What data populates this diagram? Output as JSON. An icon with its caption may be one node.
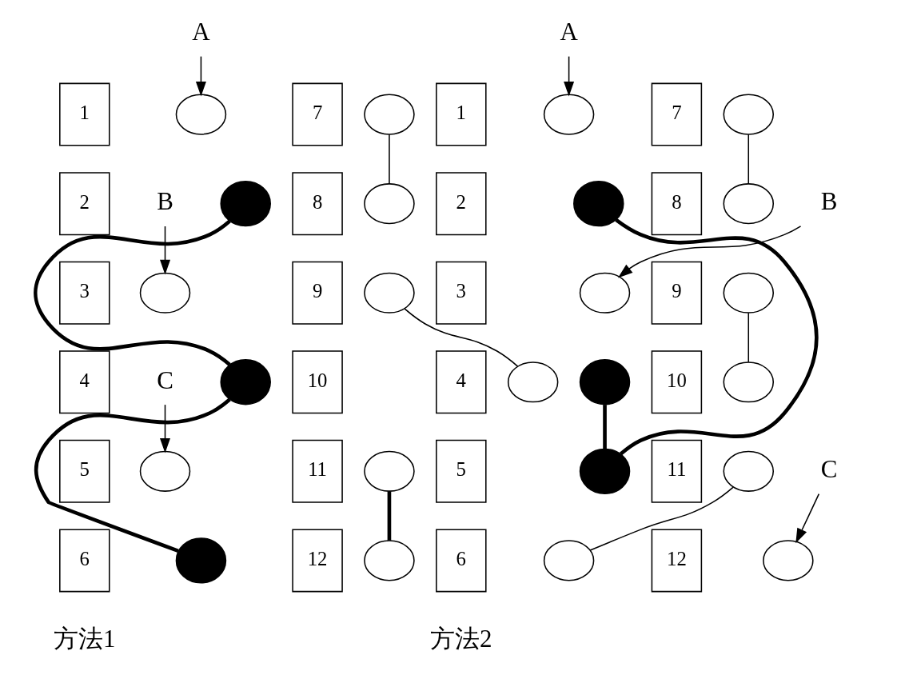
{
  "diagram": {
    "nodes": [
      {
        "text": [
          "A"
        ]
      },
      {
        "text": [
          "1"
        ]
      },
      {
        "text": [],
        "shape": "circle"
      },
      {
        "text": [
          "2"
        ]
      },
      {
        "text": [],
        "shape": "disc"
      },
      {
        "text": [
          "3"
        ]
      },
      {
        "text": [],
        "shape": "circle"
      },
      {
        "text": [
          "4"
        ]
      },
      {
        "text": [],
        "shape": "disc"
      },
      {
        "text": [
          "5"
        ]
      },
      {
        "text": [],
        "shape": "circle"
      },
      {
        "text": [
          "6"
        ]
      },
      {
        "text": [],
        "shape": "disc"
      },
      {
        "text": [
          "7"
        ]
      },
      {
        "text": [],
        "shape": "circle"
      },
      {
        "text": [
          "8"
        ]
      },
      {
        "text": [],
        "shape": "circle"
      },
      {
        "text": [
          "9"
        ]
      },
      {
        "text": [],
        "shape": "circle"
      },
      {
        "text": [
          "10"
        ]
      },
      {
        "text": [],
        "shape": "circle"
      },
      {
        "text": [
          "11"
        ]
      },
      {
        "text": [],
        "shape": "circle"
      },
      {
        "text": [
          "12"
        ]
      },
      {
        "text": [],
        "shape": "circle"
      },
      {
        "text": [
          "B"
        ]
      },
      {
        "text": [
          "C"
        ]
      },
      {
        "text": [
          "A"
        ]
      },
      {
        "text": [
          "1"
        ]
      },
      {
        "text": [],
        "shape": "circle"
      },
      {
        "text": [
          "2"
        ]
      },
      {
        "text": [],
        "shape": "disc"
      },
      {
        "text": [
          "3"
        ]
      },
      {
        "text": [],
        "shape": "circle"
      },
      {
        "text": [
          "4"
        ]
      },
      {
        "text": [],
        "shape": "disc"
      },
      {
        "text": [
          "5"
        ]
      },
      {
        "text": [],
        "shape": "disc"
      },
      {
        "text": [
          "6"
        ]
      },
      {
        "text": [],
        "shape": "circle"
      },
      {
        "text": [
          "7"
        ]
      },
      {
        "text": [],
        "shape": "circle"
      },
      {
        "text": [
          "8"
        ]
      },
      {
        "text": [],
        "shape": "circle"
      },
      {
        "text": [
          "9"
        ]
      },
      {
        "text": [],
        "shape": "circle"
      },
      {
        "text": [
          "10"
        ]
      },
      {
        "text": [],
        "shape": "circle"
      },
      {
        "text": [
          "11"
        ]
      },
      {
        "text": [],
        "shape": "circle"
      },
      {
        "text": [
          "12"
        ]
      },
      {
        "text": [],
        "shape": "circle"
      },
      {
        "text": [
          "B"
        ]
      },
      {
        "text": [
          "C"
        ]
      }
    ],
    "edges": [
      {
        "from": 0,
        "to": 2,
        "arrow": "to"
      },
      {
        "from": 4,
        "to": 8,
        "arrow": "none",
        "style": "thick"
      },
      {
        "from": 8,
        "to": 12,
        "arrow": "none",
        "style": "thick"
      },
      {
        "from": 14,
        "to": 16,
        "arrow": "none"
      },
      {
        "from": 18,
        "to": 20,
        "arrow": "none"
      },
      {
        "from": 22,
        "to": 24,
        "arrow": "none",
        "style": "thick"
      },
      {
        "from": 25,
        "to": 6,
        "arrow": "to"
      },
      {
        "from": 26,
        "to": 10,
        "arrow": "to"
      },
      {
        "from": 27,
        "to": 29,
        "arrow": "to"
      },
      {
        "from": 31,
        "to": 37,
        "arrow": "none",
        "style": "thick"
      },
      {
        "from": 35,
        "to": 37,
        "arrow": "none",
        "style": "thick"
      },
      {
        "from": 41,
        "to": 43,
        "arrow": "none"
      },
      {
        "from": 45,
        "to": 47,
        "arrow": "none"
      },
      {
        "from": 39,
        "to": 49,
        "arrow": "none"
      },
      {
        "from": 52,
        "to": 33,
        "arrow": "to"
      },
      {
        "from": 53,
        "to": 51,
        "arrow": "to"
      }
    ],
    "labels": [
      "方法1",
      "方法2"
    ]
  }
}
